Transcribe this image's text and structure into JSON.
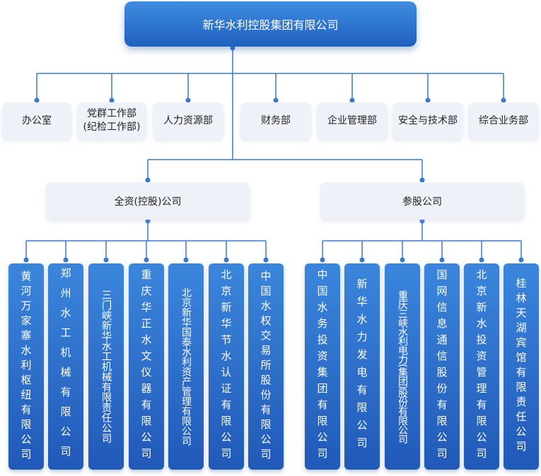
{
  "root": "新华水利控股集团有限公司",
  "departments": [
    "办公室",
    "党群工作部\n(纪检工作部)",
    "人力资源部",
    "财务部",
    "企业管理部",
    "安全与技术部",
    "综合业务部"
  ],
  "groups": [
    {
      "name": "全资(控股)公司",
      "companies": [
        "黄河万家寨水利枢纽有限公司",
        "郑州水工机械有限公司",
        "三门峡新华水工机械有限责任公司",
        "重庆华正水文仪器有限公司",
        "北京新华国泰水利资产管理有限公司",
        "北京新华节水认证有限公司",
        "中国水权交易所股份有限公司"
      ]
    },
    {
      "name": "参股公司",
      "companies": [
        "中国水务投资集团有限公司",
        "新华水力发电有限公司",
        "重庆三峡水利电力(集团)股份有限公司",
        "国网信息通信股份有限公司",
        "北京新水投资管理有限公司",
        "桂林天湖宾馆有限责任公司"
      ]
    }
  ],
  "colors": {
    "accent": "#2a6ccb",
    "connector": "#3a78cf",
    "node_light": "#eef2f8"
  }
}
